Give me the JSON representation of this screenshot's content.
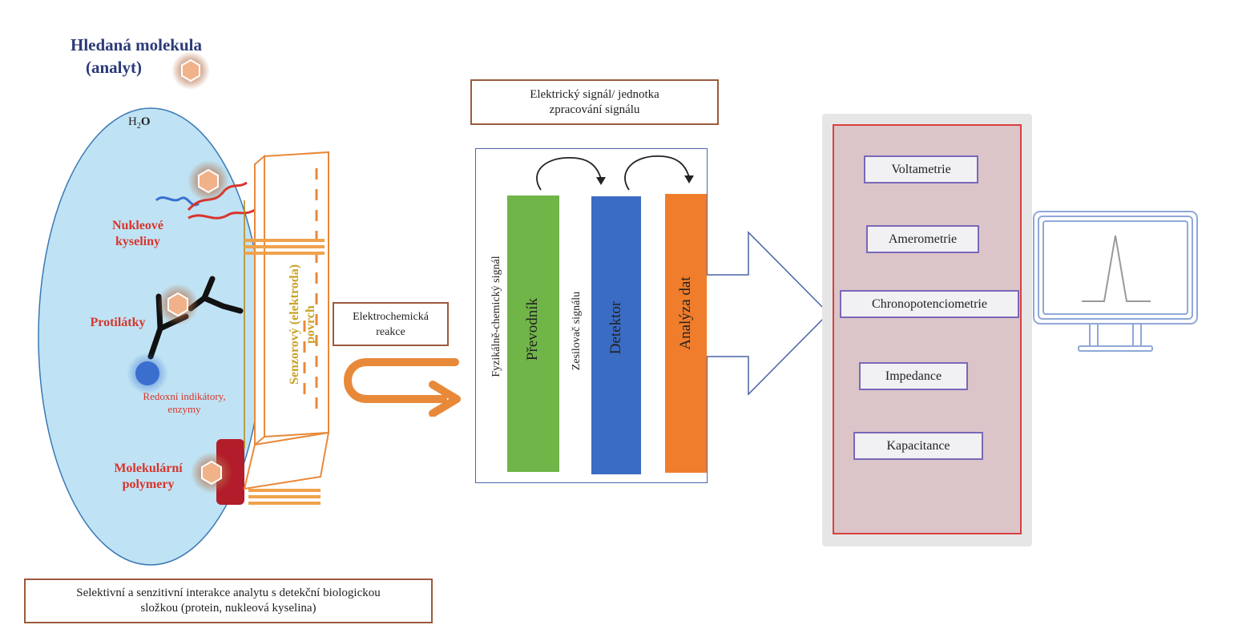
{
  "analyte": {
    "title_line1": "Hledaná molekula",
    "title_line2": "(analyt)"
  },
  "cell": {
    "water_label_h": "H",
    "water_label_sub": "2",
    "water_label_o": "O",
    "nucleic_line1": "Nukleové",
    "nucleic_line2": "kyseliny",
    "antibodies": "Protilátky",
    "redox_line1": "Redoxní indikátory,",
    "redox_line2": "enzymy",
    "polymers_line1": "Molekulární",
    "polymers_line2": "polymery",
    "surface_line1": "Senzorový (elektroda)",
    "surface_line2": "povrch"
  },
  "bottom_note": {
    "line1": "Selektivní a senzitivní interakce analytu s detekční biologickou",
    "line2": "složkou (protein, nukleová kyselina)"
  },
  "reaction_box": {
    "line1": "Elektrochemická",
    "line2": "reakce"
  },
  "signal_box": {
    "line1": "Elektrický signál/ jednotka",
    "line2": "zpracování signálu"
  },
  "processing": {
    "physchem_signal": "Fyzikálně-chemický signál",
    "transducer": "Převodník",
    "amplifier": "Zesilovač signálu",
    "detector": "Detektor",
    "analysis": "Analýza dat"
  },
  "techniques": [
    "Voltametrie",
    "Amerometrie",
    "Chronopotenciometrie",
    "Impedance",
    "Kapacitance"
  ],
  "colors": {
    "cell_fill": "#bfe3f4",
    "transducer": "#6fb547",
    "detector": "#3a6cc4",
    "analysis": "#f07d2b",
    "accent_orange": "#e8893a",
    "red_label": "#d9342b",
    "panel_fill": "#dcc5c9",
    "panel_border": "#d94040"
  },
  "icons": [
    "hexagon-molecule-icon",
    "antibody-icon",
    "curved-arrow-icon",
    "monitor-peak-icon"
  ]
}
